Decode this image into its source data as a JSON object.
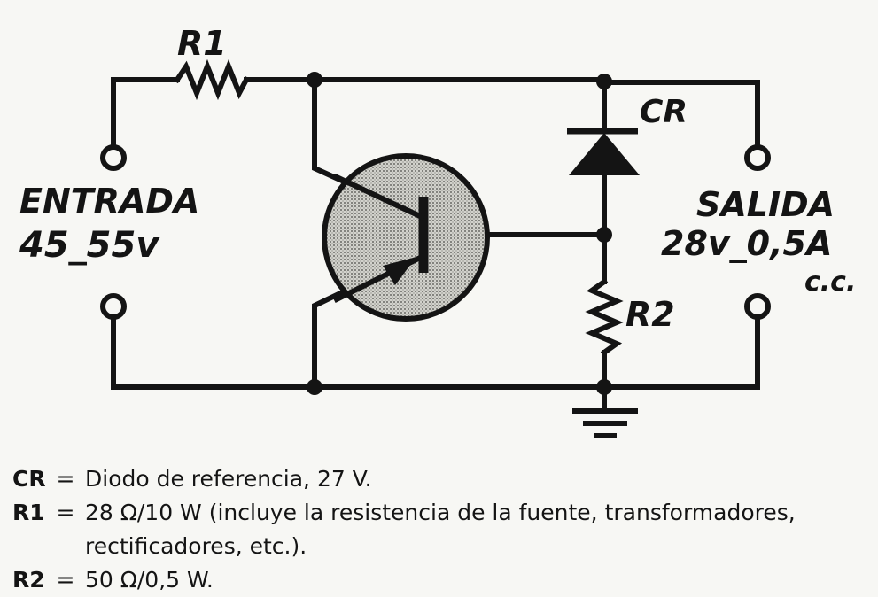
{
  "diagram": {
    "labels": {
      "r1": "R1",
      "r2": "R2",
      "cr": "CR",
      "input_title": "ENTRADA",
      "input_value": "45_55v",
      "output_title": "SALIDA",
      "output_value": "28v_0,5A",
      "output_type": "c.c."
    }
  },
  "legend": {
    "cr": {
      "key": "CR",
      "eq": "=",
      "text": "Diodo de referencia, 27 V."
    },
    "r1": {
      "key": "R1",
      "eq": "=",
      "text": "28 Ω/10 W (incluye la resistencia de la fuente, transformadores,",
      "cont": "rectificadores, etc.)."
    },
    "r2": {
      "key": "R2",
      "eq": "=",
      "text": "50 Ω/0,5 W."
    }
  }
}
